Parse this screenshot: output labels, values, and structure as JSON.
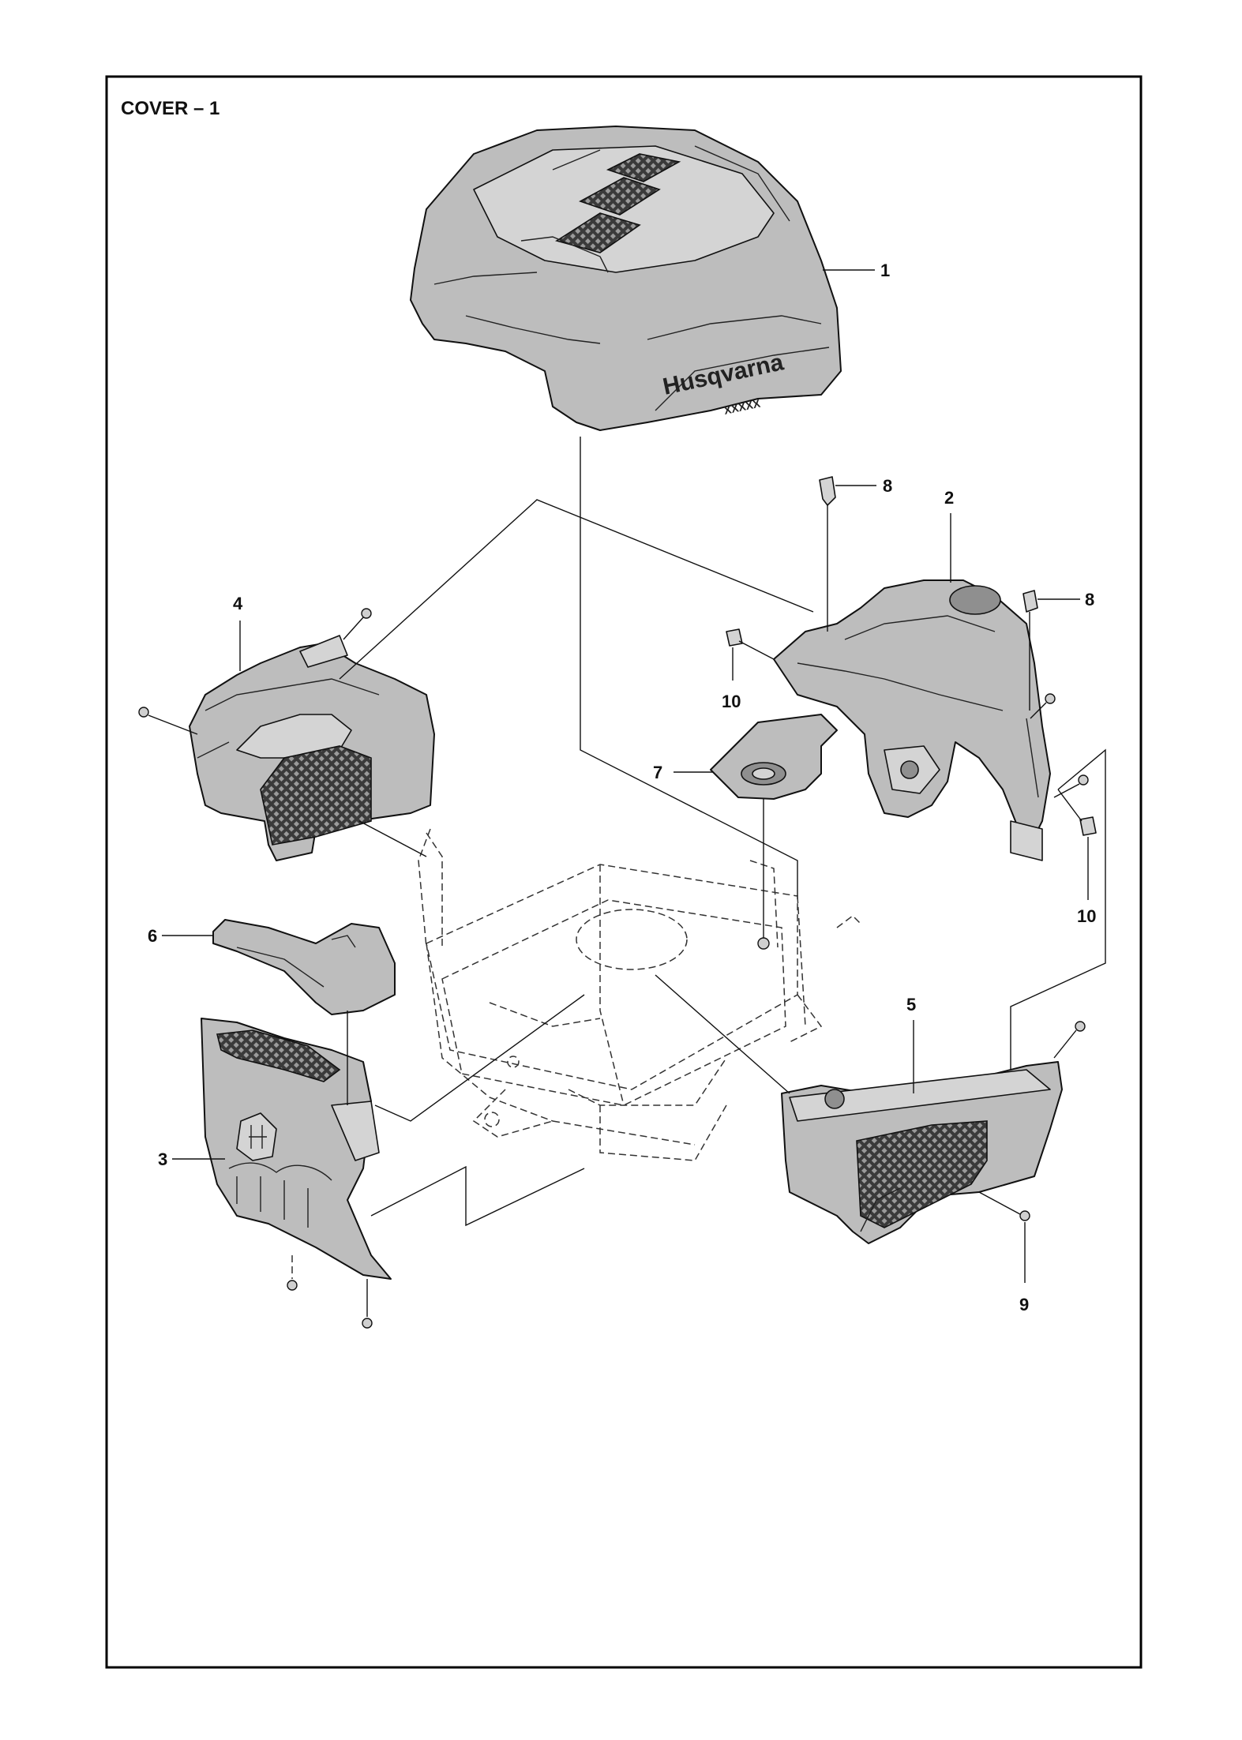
{
  "page": {
    "title": "COVER – 1"
  },
  "brand": {
    "name": "Husqvarna",
    "model": "XXXXX"
  },
  "callouts": [
    {
      "id": "c1",
      "label": "1"
    },
    {
      "id": "c2",
      "label": "2"
    },
    {
      "id": "c3",
      "label": "3"
    },
    {
      "id": "c4",
      "label": "4"
    },
    {
      "id": "c5",
      "label": "5"
    },
    {
      "id": "c6",
      "label": "6"
    },
    {
      "id": "c7",
      "label": "7"
    },
    {
      "id": "c8a",
      "label": "8"
    },
    {
      "id": "c8b",
      "label": "8"
    },
    {
      "id": "c9",
      "label": "9"
    },
    {
      "id": "c10a",
      "label": "10"
    },
    {
      "id": "c10b",
      "label": "10"
    }
  ]
}
